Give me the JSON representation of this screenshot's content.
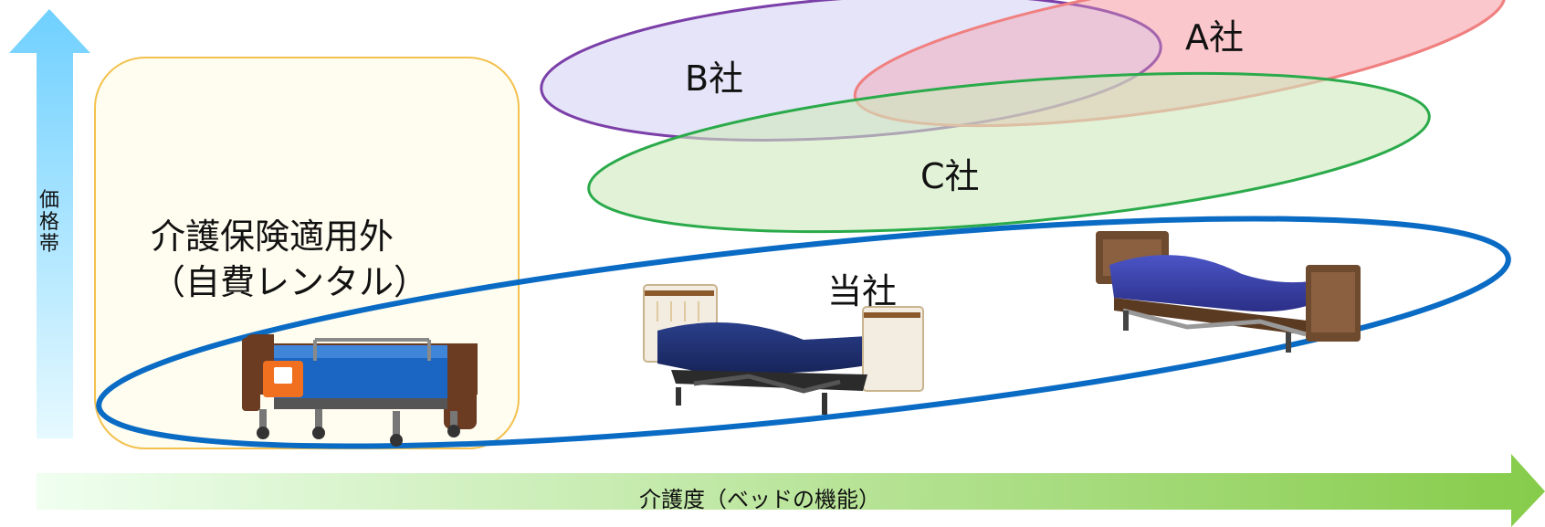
{
  "y_axis": {
    "label": "価格帯"
  },
  "x_axis": {
    "label": "介護度（ベッドの機能）"
  },
  "segments": {
    "a_company": "A社",
    "b_company": "B社",
    "c_company": "C社",
    "own_company": "当社",
    "outside_insurance": {
      "line1": "介護保険適用外",
      "line2": "（自費レンタル）"
    }
  },
  "colors": {
    "a_company": "#f08080",
    "b_company": "#7b3fa8",
    "c_company": "#2aaa4a",
    "own_company": "#0a6bc4",
    "outside_insurance_border": "#f2c14e",
    "y_axis_arrow": "#7ed6ff",
    "x_axis_arrow": "#8ed14f"
  },
  "icons": {
    "bed_low": "care-bed-low-brown",
    "bed_white": "care-bed-white-panel",
    "bed_wood": "care-bed-wood-premium"
  }
}
